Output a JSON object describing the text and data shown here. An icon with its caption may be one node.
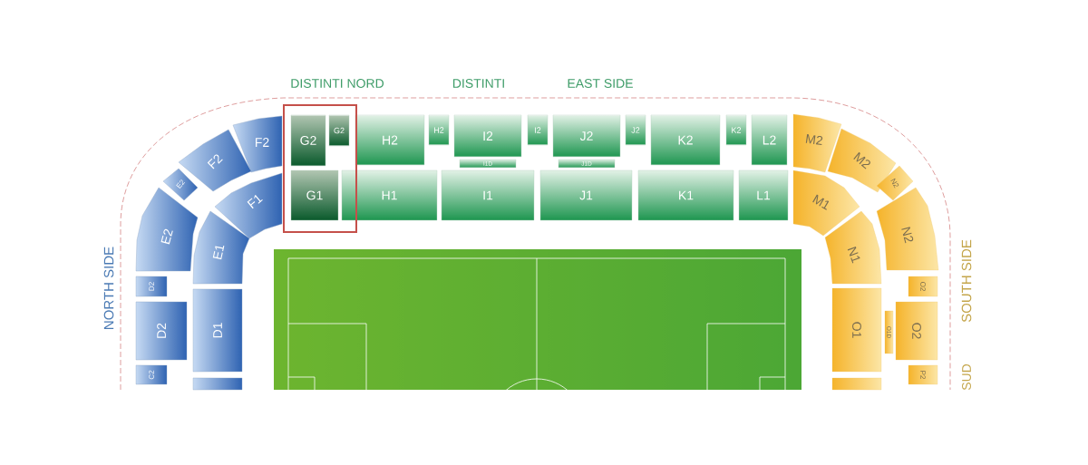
{
  "diagram": {
    "nodes": [
      {
        "text": [],
        "shape": "box"
      },
      {
        "text": [
          "G2"
        ],
        "in": 0
      },
      {
        "text": [
          "G2"
        ],
        "in": 0
      },
      {
        "text": [
          "H2"
        ]
      },
      {
        "text": [
          "H2"
        ]
      },
      {
        "text": [
          "I2"
        ]
      },
      {
        "text": [
          "I2"
        ]
      },
      {
        "text": [
          "J2"
        ]
      },
      {
        "text": [
          "J2"
        ]
      },
      {
        "text": [
          "K2"
        ]
      },
      {
        "text": [
          "K2"
        ]
      },
      {
        "text": [
          "L2"
        ]
      },
      {
        "text": [
          "I1D"
        ]
      },
      {
        "text": [
          "J1D"
        ]
      },
      {
        "text": [
          "G1"
        ],
        "in": 0
      },
      {
        "text": [
          "H1"
        ]
      },
      {
        "text": [
          "I1"
        ]
      },
      {
        "text": [
          "J1"
        ]
      },
      {
        "text": [
          "K1"
        ]
      },
      {
        "text": [
          "L1"
        ]
      },
      {
        "text": [
          "F2"
        ]
      },
      {
        "text": [
          "F2"
        ]
      },
      {
        "text": [
          "E2"
        ]
      },
      {
        "text": [
          "F1"
        ]
      },
      {
        "text": [
          "E2"
        ]
      },
      {
        "text": [
          "E1"
        ]
      },
      {
        "text": [
          "D2"
        ]
      },
      {
        "text": [
          "D2"
        ]
      },
      {
        "text": [
          "C2"
        ]
      },
      {
        "text": [
          "D1"
        ]
      },
      {
        "text": [],
        "shape": "box"
      },
      {
        "text": [
          "M2"
        ]
      },
      {
        "text": [
          "M2"
        ]
      },
      {
        "text": [
          "N2"
        ]
      },
      {
        "text": [
          "M1"
        ]
      },
      {
        "text": [
          "N2"
        ]
      },
      {
        "text": [
          "N1"
        ]
      },
      {
        "text": [
          "O2"
        ]
      },
      {
        "text": [
          "O2"
        ]
      },
      {
        "text": [
          "O1D"
        ]
      },
      {
        "text": [
          "O1"
        ]
      },
      {
        "text": [
          "P2"
        ]
      },
      {
        "text": [],
        "shape": "box"
      }
    ],
    "labels": [
      "DISTINTI NORD",
      "DISTINTI",
      "EAST SIDE",
      "NORTH SIDE",
      "SOUTH SIDE",
      "SUD"
    ]
  }
}
